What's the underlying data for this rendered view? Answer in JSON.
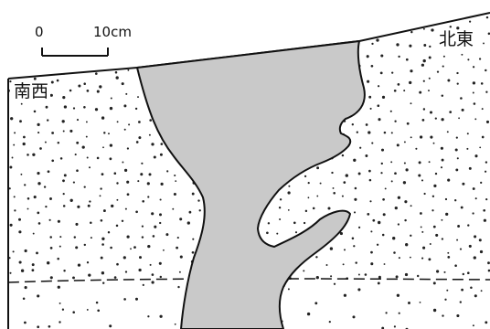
{
  "labels": {
    "southwest": "南西",
    "northeast": "北東"
  },
  "scale_bar": {
    "zero": "0",
    "ten": "10cm"
  },
  "colors": {
    "fill_feature": "#c9c9c9",
    "outline": "#111111",
    "background": "#ffffff",
    "stipple": "#222222"
  }
}
